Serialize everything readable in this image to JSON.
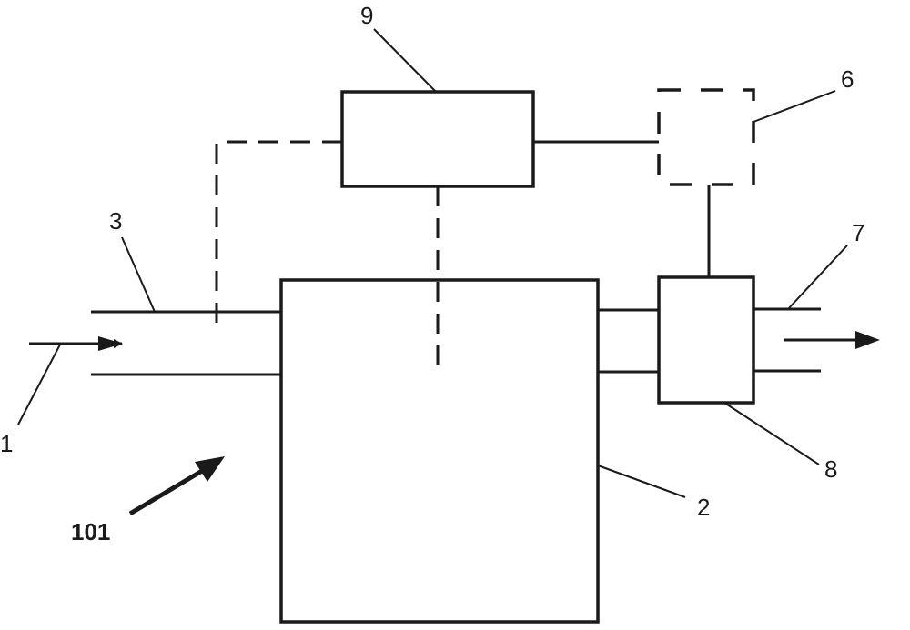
{
  "diagram": {
    "type": "patent block diagram",
    "line_color": "#1a1a1a",
    "background": "#ffffff",
    "labels": {
      "inflow": "1",
      "main_unit": "2",
      "inlet_pipe": "3",
      "sensor_box": "6",
      "outlet_pipe": "7",
      "outlet_unit": "8",
      "controller": "9",
      "system": "101"
    },
    "components": [
      {
        "id": "2",
        "role": "main unit (large box)"
      },
      {
        "id": "3",
        "role": "inlet pipe"
      },
      {
        "id": "6",
        "role": "dashed box (optional unit)"
      },
      {
        "id": "7",
        "role": "outlet pipe"
      },
      {
        "id": "8",
        "role": "outlet unit box"
      },
      {
        "id": "9",
        "role": "controller box"
      }
    ],
    "connections": [
      {
        "from": "9",
        "to": "3",
        "style": "dashed"
      },
      {
        "from": "9",
        "to": "2",
        "style": "dashed"
      },
      {
        "from": "9",
        "to": "6",
        "style": "solid"
      },
      {
        "from": "6",
        "to": "8",
        "style": "solid"
      },
      {
        "from": "2",
        "to": "8",
        "style": "pipe"
      },
      {
        "from": "3",
        "to": "2",
        "style": "pipe"
      },
      {
        "from": "8",
        "to": "7",
        "style": "pipe"
      }
    ],
    "flow_arrows": [
      "inflow-arrow",
      "outflow-arrow"
    ]
  }
}
